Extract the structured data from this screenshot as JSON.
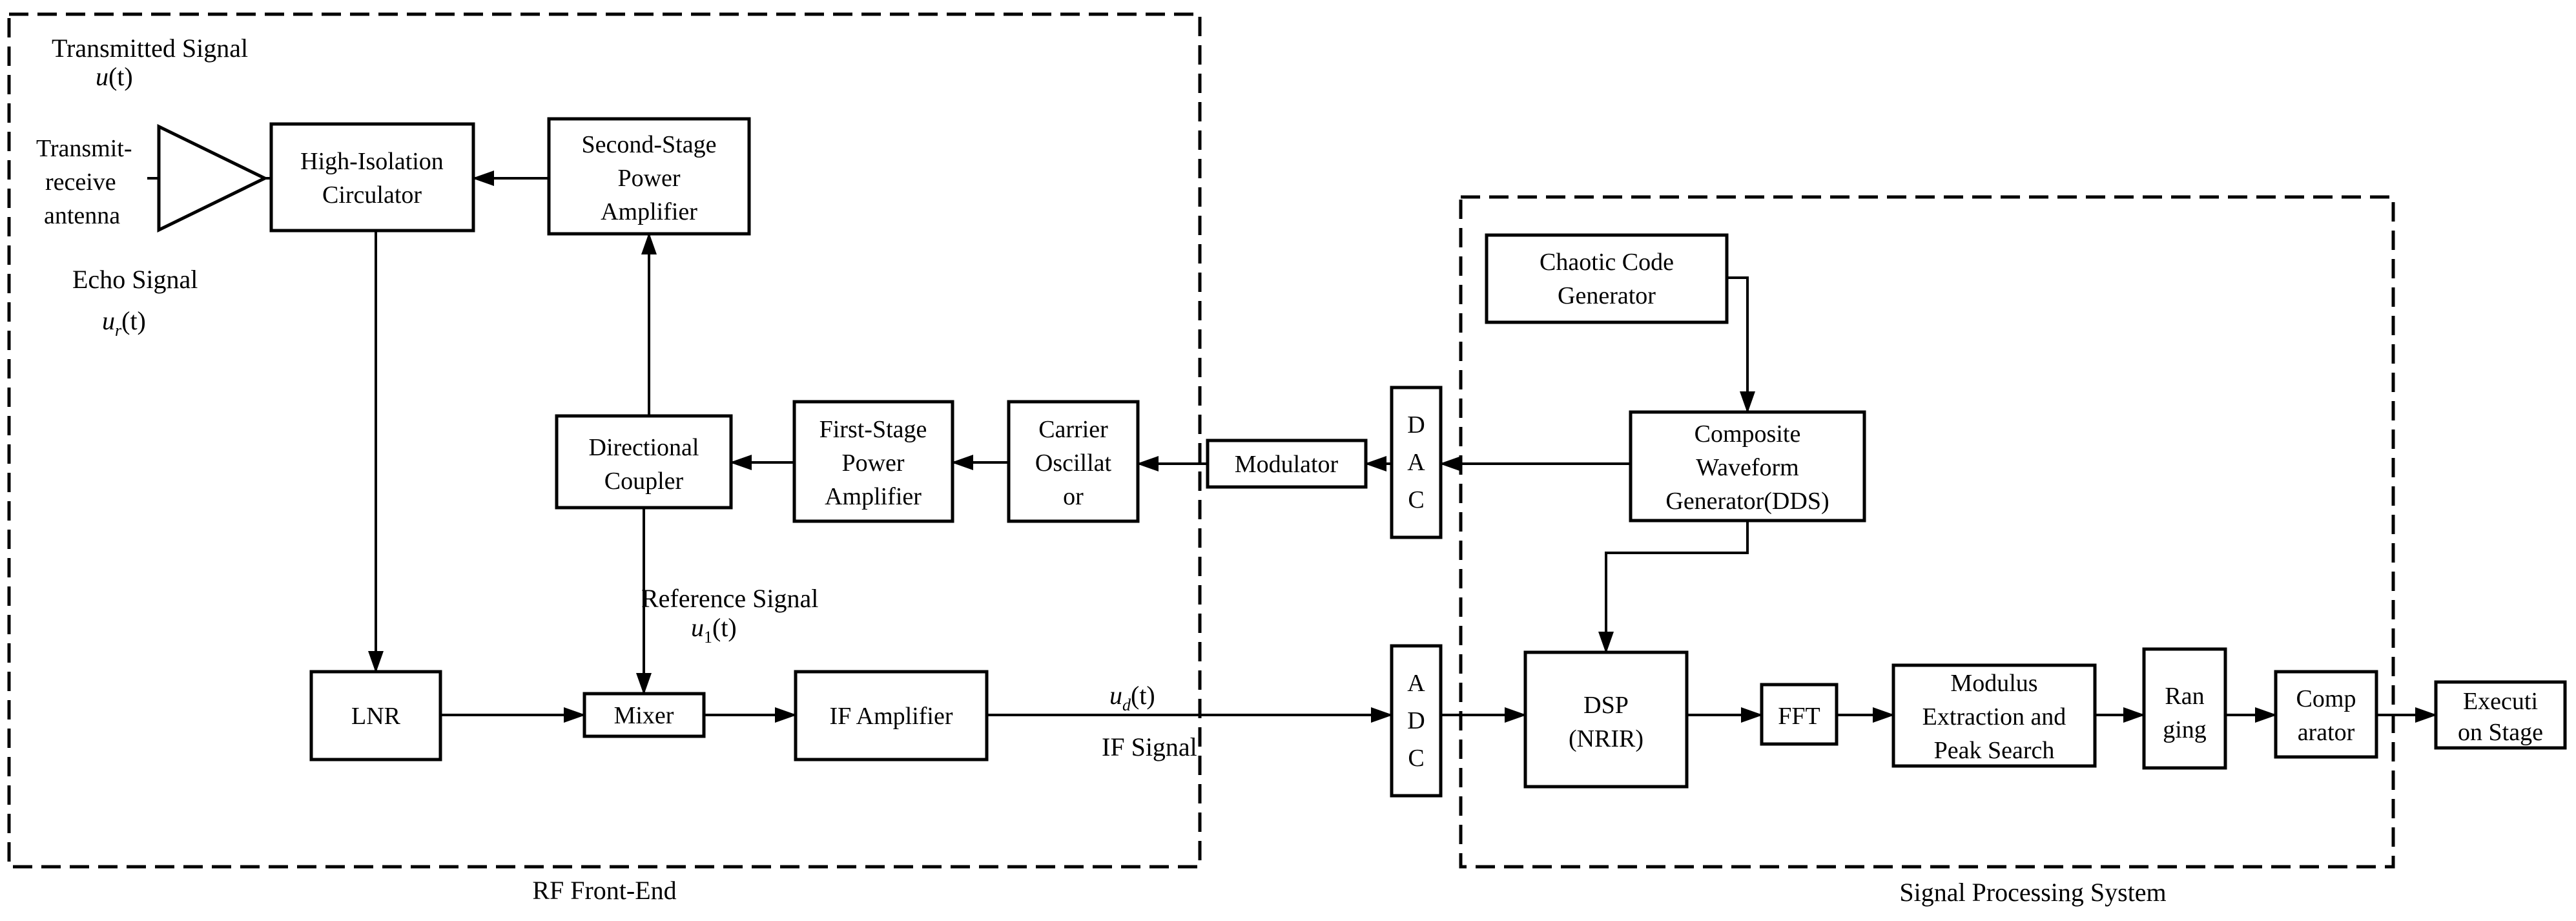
{
  "regions": {
    "rf_front_end": "RF Front-End",
    "signal_processing": "Signal Processing System"
  },
  "labels": {
    "transmitted_signal": "Transmitted Signal",
    "antenna": [
      "Transmit-",
      "receive",
      "antenna"
    ],
    "echo_signal": "Echo Signal",
    "reference_signal": "Reference Signal",
    "if_signal": "IF Signal"
  },
  "math": {
    "u_t": {
      "var": "u",
      "sub": "",
      "arg": "(t)"
    },
    "ur_t": {
      "var": "u",
      "sub": "r",
      "arg": "(t)"
    },
    "u1_t": {
      "var": "u",
      "sub": "1",
      "arg": "(t)"
    },
    "ud_t": {
      "var": "u",
      "sub": "d",
      "arg": "(t)"
    }
  },
  "blocks": {
    "circulator": [
      "High-Isolation",
      "Circulator"
    ],
    "second_stage_pa": [
      "Second-Stage",
      "Power",
      "Amplifier"
    ],
    "directional_coupler": [
      "Directional",
      "Coupler"
    ],
    "first_stage_pa": [
      "First-Stage",
      "Power",
      "Amplifier"
    ],
    "carrier_oscillator": [
      "Carrier",
      "Oscillat",
      "or"
    ],
    "modulator": [
      "Modulator"
    ],
    "dac": [
      "D",
      "A",
      "C"
    ],
    "adc": [
      "A",
      "D",
      "C"
    ],
    "lnr": [
      "LNR"
    ],
    "mixer": [
      "Mixer"
    ],
    "if_amplifier": [
      "IF Amplifier"
    ],
    "chaotic_code_generator": [
      "Chaotic Code",
      "Generator"
    ],
    "composite_waveform_generator": [
      "Composite",
      "Waveform",
      "Generator(DDS)"
    ],
    "dsp": [
      "DSP",
      "(NRIR)"
    ],
    "fft": [
      "FFT"
    ],
    "modulus_peak": [
      "Modulus",
      "Extraction and",
      "Peak Search"
    ],
    "ranging": [
      "Ran",
      "ging"
    ],
    "comparator": [
      "Comp",
      "arator"
    ],
    "execution_stage": [
      "Executi",
      "on Stage"
    ]
  }
}
